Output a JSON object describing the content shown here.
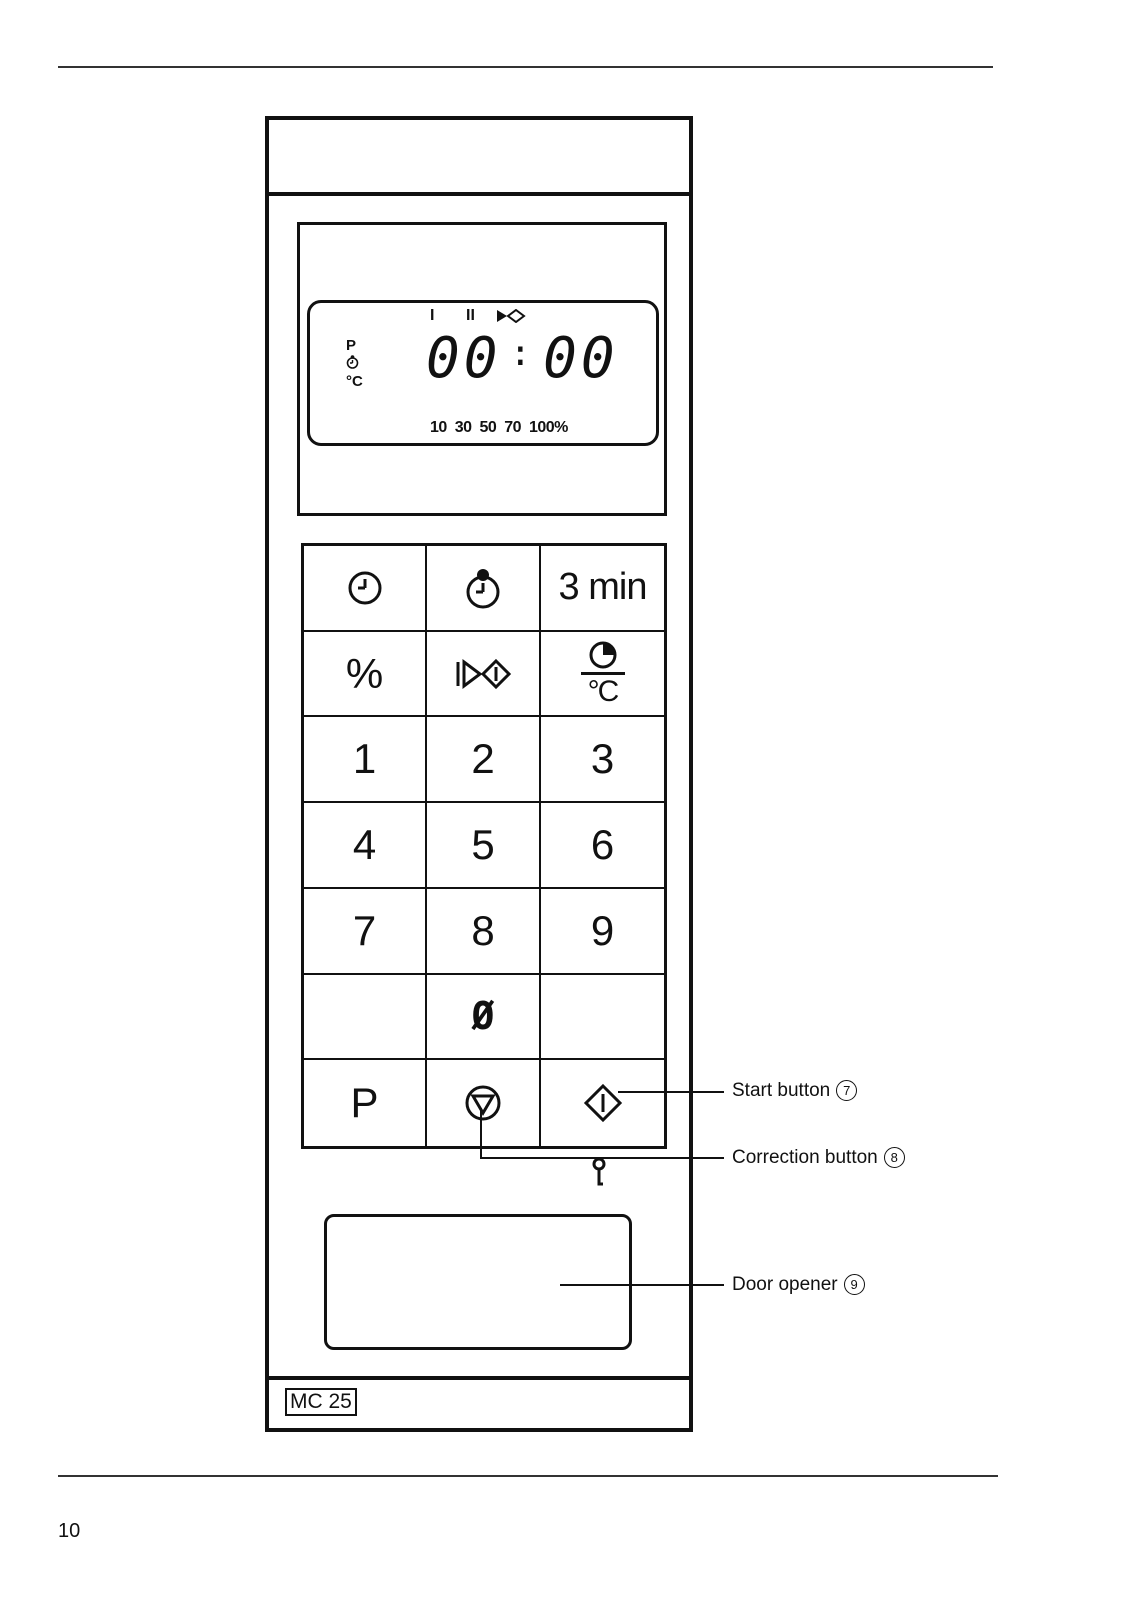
{
  "page": {
    "number": "10"
  },
  "display": {
    "time": "00",
    "time2": "00",
    "separator": ":",
    "phases": [
      "I",
      "II"
    ],
    "side_labels": {
      "program": "P",
      "temperature": "°C"
    },
    "power_scale": "10 30 50 70 100%"
  },
  "keypad": {
    "rows": [
      [
        "clock-icon",
        "timer-icon",
        "3 min"
      ],
      [
        "%",
        "phase-sequence-icon",
        "roast-temperature-icon"
      ],
      [
        "1",
        "2",
        "3"
      ],
      [
        "4",
        "5",
        "6"
      ],
      [
        "7",
        "8",
        "9"
      ],
      [
        "",
        "Ø",
        ""
      ],
      [
        "P",
        "correction-icon",
        "start-icon"
      ]
    ],
    "three_min": "3 min",
    "percent": "%",
    "digits": [
      "1",
      "2",
      "3",
      "4",
      "5",
      "6",
      "7",
      "8",
      "9"
    ],
    "zero": "Ø",
    "program": "P",
    "temp_unit": "°C"
  },
  "model": "MC 25",
  "callouts": {
    "start": {
      "label": "Start button",
      "num": "7"
    },
    "correction": {
      "label": "Correction button",
      "num": "8"
    },
    "door": {
      "label": "Door opener",
      "num": "9"
    }
  }
}
